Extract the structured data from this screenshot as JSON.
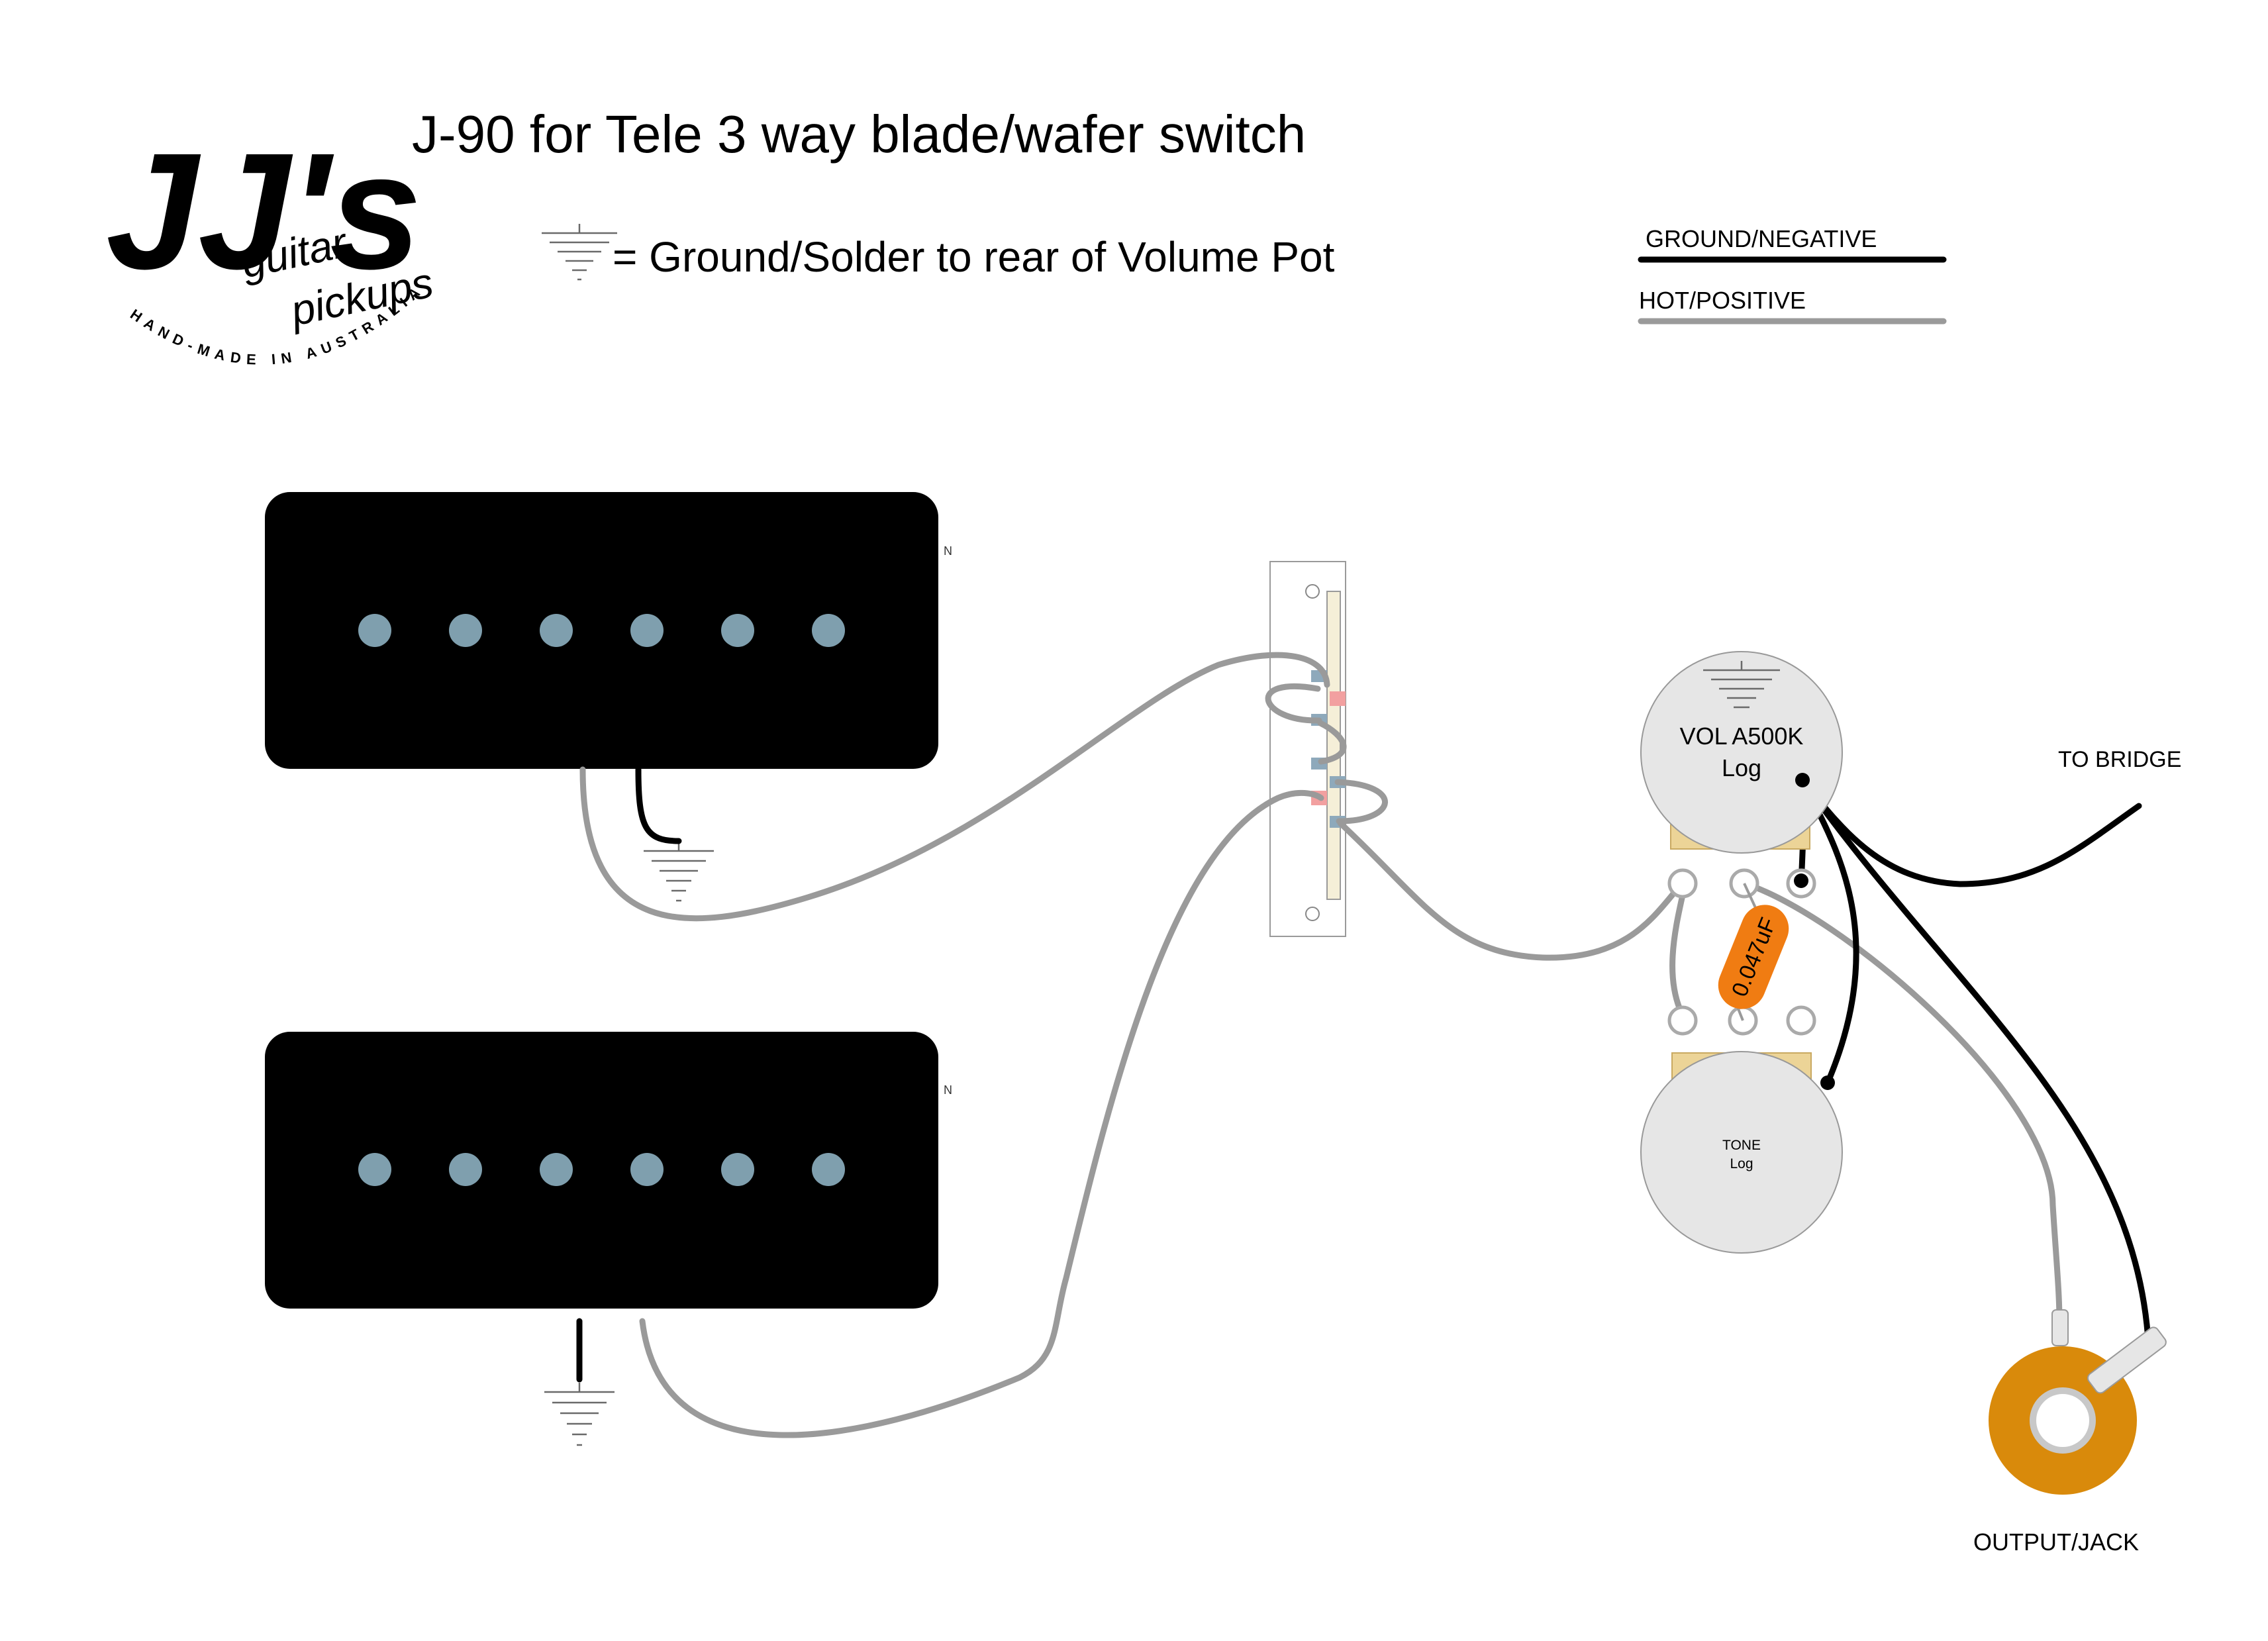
{
  "title": "J-90 for Tele 3 way blade/wafer switch",
  "ground_note": "= Ground/Solder to rear of Volume Pot",
  "legend": {
    "ground": {
      "label": "GROUND/NEGATIVE",
      "color": "#000000"
    },
    "hot": {
      "label": "HOT/POSITIVE",
      "color": "#9a9a9a"
    }
  },
  "logo": {
    "brand": "JJ's",
    "line1": "guitar",
    "line2": "pickups",
    "tagline": "HAND-MADE IN AUSTRALIA"
  },
  "pickups": [
    {
      "name": "neck-pickup",
      "polarity_mark": "N",
      "pole_color": "#7f9fae"
    },
    {
      "name": "bridge-pickup",
      "polarity_mark": "N",
      "pole_color": "#7f9fae"
    }
  ],
  "volume_pot": {
    "line1": "VOL A500K",
    "line2": "Log"
  },
  "tone_pot": {
    "line1": "TONE",
    "line2": "Log"
  },
  "capacitor": {
    "label": "0.047uF",
    "color": "#f07c12"
  },
  "labels": {
    "to_bridge": "TO BRIDGE",
    "output_jack": "OUTPUT/JACK"
  },
  "colors": {
    "pot_body": "#e6e6e6",
    "pot_lug_base": "#ecd497",
    "jack_ring": "#d98a0b",
    "switch_hot_tab": "#f2a0a0",
    "switch_gnd_tab": "#8ea9bb"
  }
}
